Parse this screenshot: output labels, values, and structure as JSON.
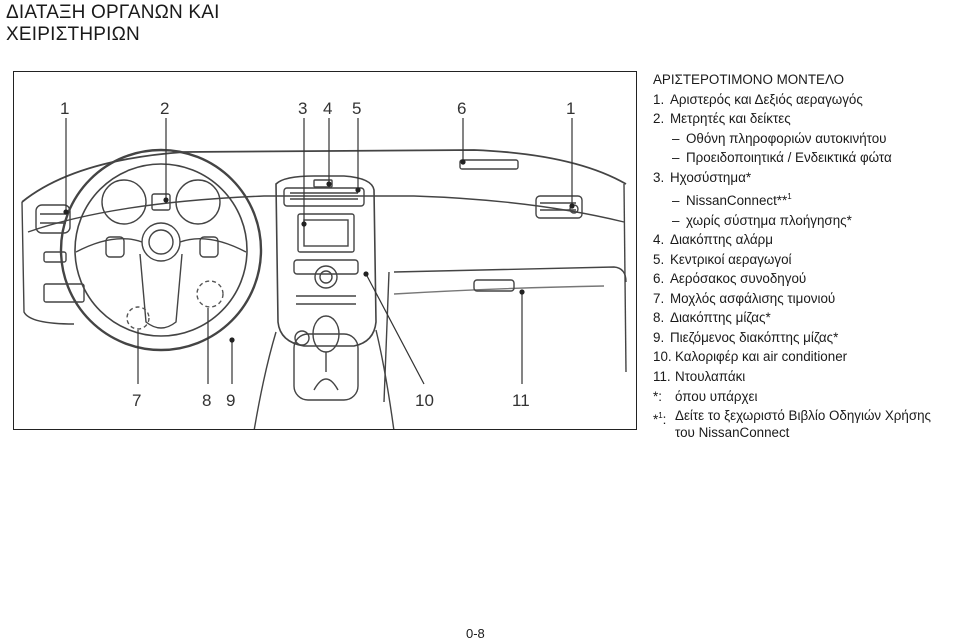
{
  "page": {
    "title_line1": "ΔΙΑΤΑΞΗ ΟΡΓΑΝΩΝ ΚΑΙ",
    "title_line2": "ΧΕΙΡΙΣΤΗΡΙΩΝ",
    "page_number": "0-8"
  },
  "figure": {
    "callouts": [
      "1",
      "2",
      "3",
      "4",
      "5",
      "6",
      "1",
      "7",
      "8",
      "9",
      "10",
      "11"
    ]
  },
  "legend": {
    "heading": "ΑΡΙΣΤΕΡΟΤΙΜΟΝΟ ΜΟΝΤΕΛΟ",
    "items": [
      {
        "num": "1.",
        "label": "Αριστερός και Δεξιός αεραγωγός"
      },
      {
        "num": "2.",
        "label": "Μετρητές και δείκτες"
      },
      {
        "num": "3.",
        "label": "Ηχοσύστημα*"
      },
      {
        "num": "4.",
        "label": "Διακόπτης αλάρμ"
      },
      {
        "num": "5.",
        "label": "Κεντρικοί αεραγωγοί"
      },
      {
        "num": "6.",
        "label": "Αερόσακος συνοδηγού"
      },
      {
        "num": "7.",
        "label": "Μοχλός ασφάλισης τιμονιού"
      },
      {
        "num": "8.",
        "label": "Διακόπτης μίζας*"
      },
      {
        "num": "9.",
        "label": "Πιεζόμενος διακόπτης μίζας*"
      },
      {
        "num": "10.",
        "label": "Καλοριφέρ και air conditioner"
      },
      {
        "num": "11.",
        "label": "Ντουλαπάκι"
      }
    ],
    "item2_sub1": "Οθόνη πληροφοριών αυτοκινήτου",
    "item2_sub2": "Προειδοποιητικά / Ενδεικτικά φώτα",
    "item3_sub1": "NissanConnect**",
    "item3_sub1_sup": "1",
    "item3_sub2": "χωρίς σύστημα πλοήγησης*",
    "dash": "–",
    "notes": [
      {
        "mark": "*:",
        "text": "όπου υπάρχει"
      },
      {
        "mark": "*",
        "mark_sup": "1",
        "mark_suffix": ":",
        "text": "Δείτε το ξεχωριστό Βιβλίο Οδηγιών Χρήσης του NissanConnect"
      }
    ]
  }
}
